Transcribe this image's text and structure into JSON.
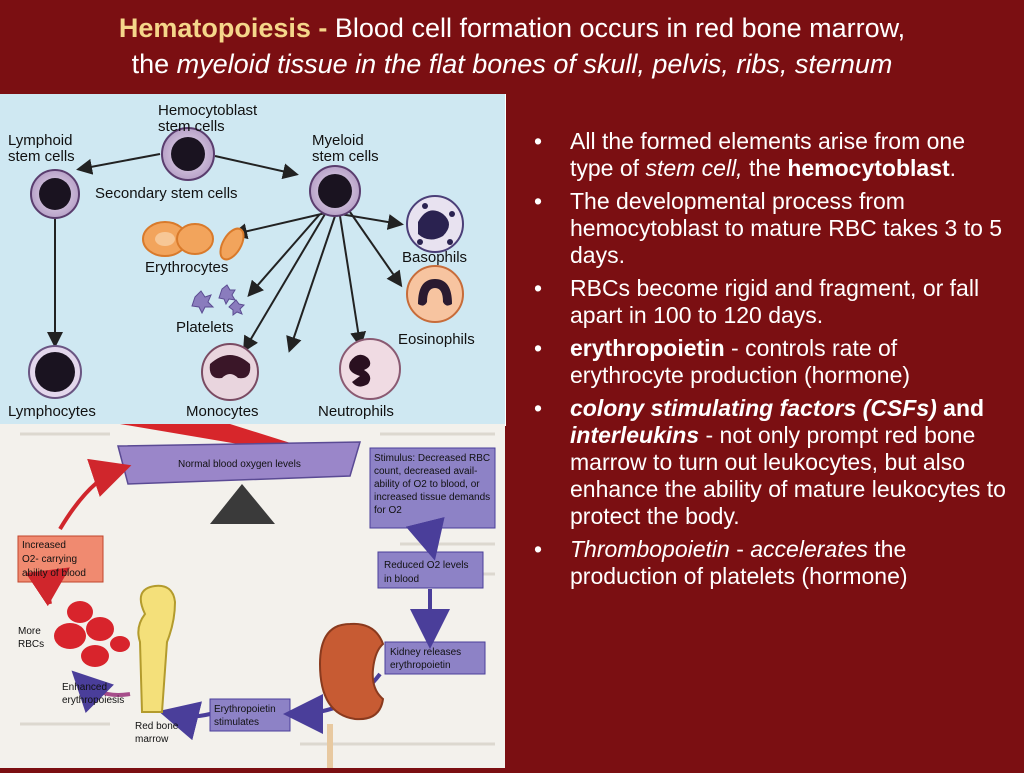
{
  "title": {
    "term": "Hematopoiesis -",
    "line1_rest": " Blood cell formation occurs in red bone marrow,",
    "line2_prefix": "the ",
    "line2_italic": "myeloid tissue in the flat bones of skull, pelvis, ribs, sternum"
  },
  "diagram_top": {
    "hemocytoblast": "Hemocytoblast",
    "hemocytoblast_2": "stem cells",
    "lymphoid": "Lymphoid",
    "lymphoid_2": "stem cells",
    "myeloid": "Myeloid",
    "myeloid_2": "stem cells",
    "secondary": "Secondary stem cells",
    "erythrocytes": "Erythrocytes",
    "platelets": "Platelets",
    "basophils": "Basophils",
    "eosinophils": "Eosinophils",
    "lymphocytes": "Lymphocytes",
    "monocytes": "Monocytes",
    "neutrophils": "Neutrophils"
  },
  "diagram_bottom": {
    "normal_o2": "Normal blood oxygen levels",
    "stimulus_1": "Stimulus: Decreased RBC",
    "stimulus_2": "count, decreased avail-",
    "stimulus_3": "ability of O2 to blood, or",
    "stimulus_4": "increased tissue demands",
    "stimulus_5": "for O2",
    "increased_1": "Increased",
    "increased_2": "O2- carrying",
    "increased_3": "ability of blood",
    "reduced_1": "Reduced O2 levels",
    "reduced_2": "in blood",
    "more_rbcs_1": "More",
    "more_rbcs_2": "RBCs",
    "kidney_1": "Kidney releases",
    "kidney_2": "erythropoietin",
    "enhanced_1": "Enhanced",
    "enhanced_2": "erythropoiesis",
    "epo_1": "Erythropoietin",
    "epo_2": "stimulates",
    "marrow_1": "Red bone",
    "marrow_2": "marrow"
  },
  "bullets": [
    {
      "pre": "All the formed elements arise from one type of ",
      "italic": "stem cell,",
      "mid": " the ",
      "bold": "hemocytoblast",
      "post": "."
    },
    {
      "text": "The developmental process from hemocytoblast to mature RBC takes 3 to 5 days."
    },
    {
      "text": "RBCs become rigid and fragment, or fall apart in 100 to 120 days."
    },
    {
      "bold": "erythropoietin",
      "post": " - controls rate of erythrocyte production (hormone)"
    },
    {
      "bolditalic1": "colony stimulating factors (CSFs)",
      "bold": " and ",
      "bolditalic2": "interleukins",
      "post": " - not only prompt red bone marrow to turn out leukocytes, but also enhance the ability of mature leukocytes to protect the body."
    },
    {
      "italic1": "Thrombopoietin",
      "mid": " - ",
      "italic2": "accelerates",
      "post": " the production of platelets (hormone)"
    }
  ],
  "bullet_glyph": "•",
  "colors": {
    "background": "#7b0f12",
    "title_term": "#f5d68a",
    "text": "#ffffff"
  }
}
